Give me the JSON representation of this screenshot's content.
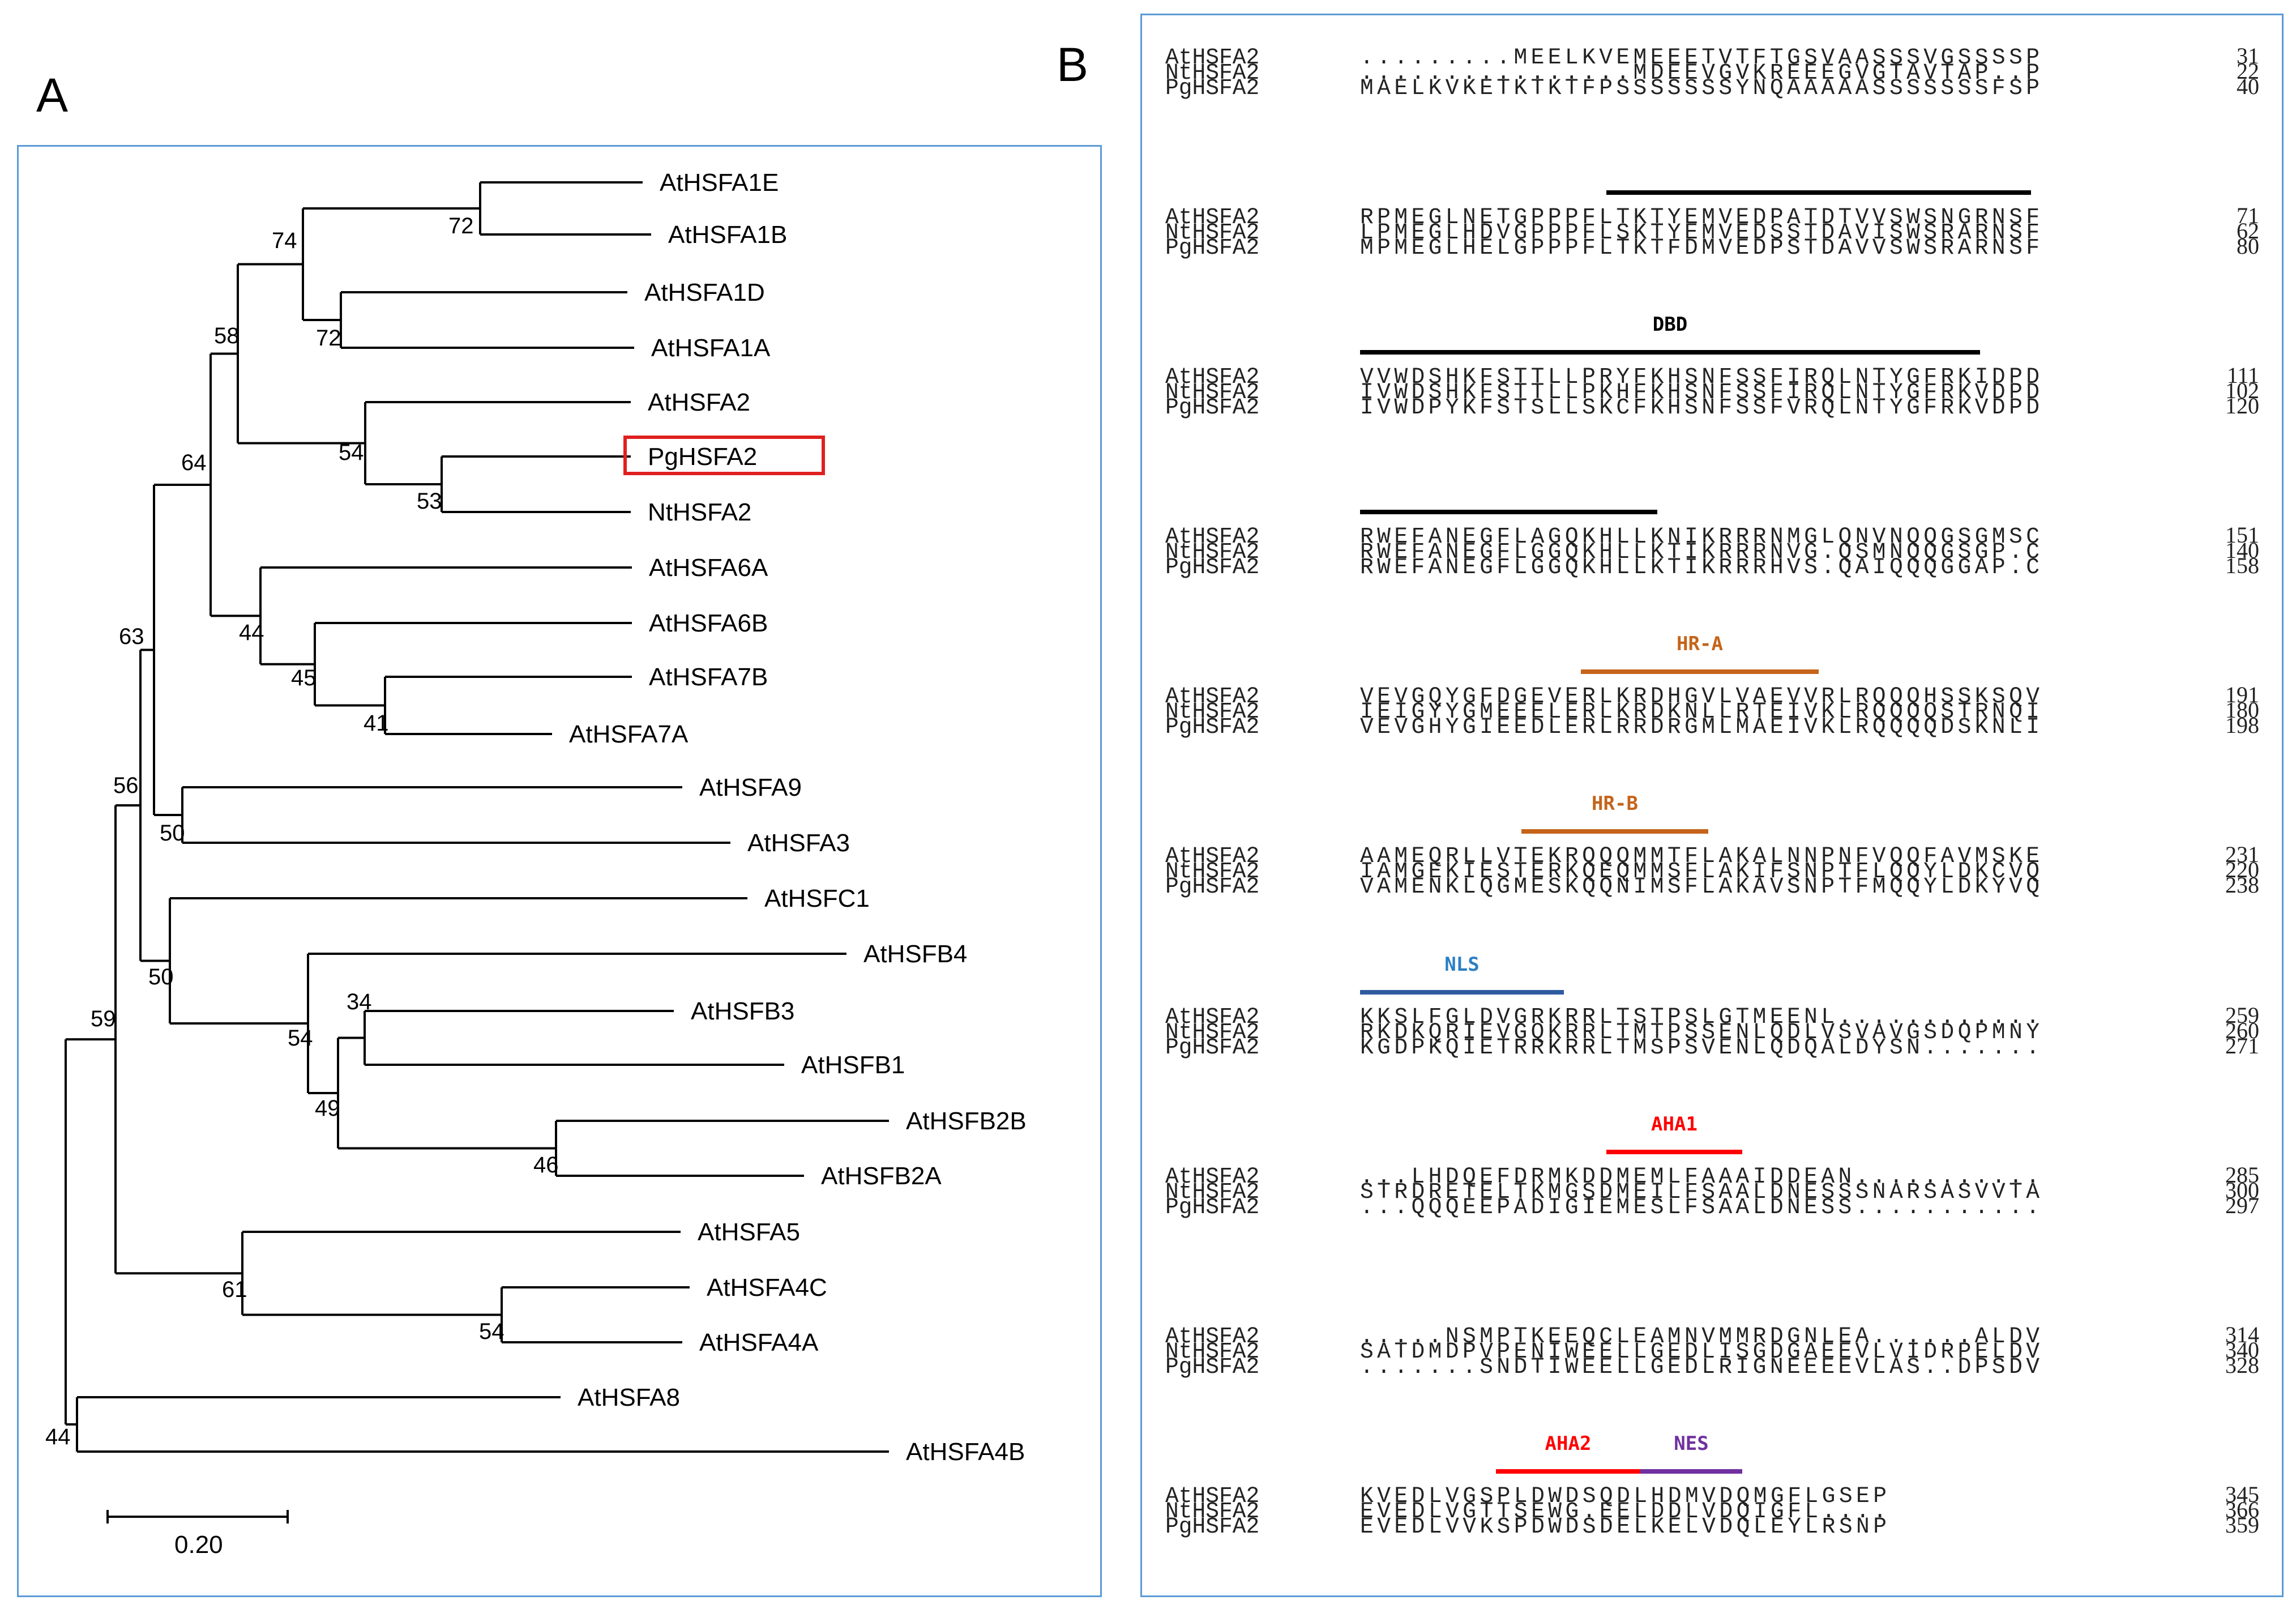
{
  "panel_a": {
    "label": "A",
    "frame_color": "#5b9bd5",
    "highlight_color": "#e02020",
    "scale_label": "0.20",
    "leaves": [
      {
        "id": "A1E",
        "name": "AtHSFA1E"
      },
      {
        "id": "A1B",
        "name": "AtHSFA1B"
      },
      {
        "id": "A1D",
        "name": "AtHSFA1D"
      },
      {
        "id": "A1A",
        "name": "AtHSFA1A"
      },
      {
        "id": "A2",
        "name": "AtHSFA2"
      },
      {
        "id": "PgA2",
        "name": "PgHSFA2",
        "highlighted": true
      },
      {
        "id": "NtA2",
        "name": "NtHSFA2"
      },
      {
        "id": "A6A",
        "name": "AtHSFA6A"
      },
      {
        "id": "A6B",
        "name": "AtHSFA6B"
      },
      {
        "id": "A7B",
        "name": "AtHSFA7B"
      },
      {
        "id": "A7A",
        "name": "AtHSFA7A"
      },
      {
        "id": "A9",
        "name": "AtHSFA9"
      },
      {
        "id": "A3",
        "name": "AtHSFA3"
      },
      {
        "id": "C1",
        "name": "AtHSFC1"
      },
      {
        "id": "B4",
        "name": "AtHSFB4"
      },
      {
        "id": "B3",
        "name": "AtHSFB3"
      },
      {
        "id": "B1",
        "name": "AtHSFB1"
      },
      {
        "id": "B2B",
        "name": "AtHSFB2B"
      },
      {
        "id": "B2A",
        "name": "AtHSFB2A"
      },
      {
        "id": "A5",
        "name": "AtHSFA5"
      },
      {
        "id": "A4C",
        "name": "AtHSFA4C"
      },
      {
        "id": "A4A",
        "name": "AtHSFA4A"
      },
      {
        "id": "A8",
        "name": "AtHSFA8"
      },
      {
        "id": "A4B",
        "name": "AtHSFA4B"
      }
    ],
    "support_values": [
      {
        "node": "n_A1EB",
        "value": "72"
      },
      {
        "node": "n_A1DA",
        "value": "72"
      },
      {
        "node": "n_A1",
        "value": "74"
      },
      {
        "node": "n_PgNt",
        "value": "53"
      },
      {
        "node": "n_A2grp",
        "value": "54"
      },
      {
        "node": "n_A1A2",
        "value": "58"
      },
      {
        "node": "n_A7",
        "value": "41"
      },
      {
        "node": "n_A6B7",
        "value": "45"
      },
      {
        "node": "n_A6A7",
        "value": "44"
      },
      {
        "node": "n_upper",
        "value": "64"
      },
      {
        "node": "n_A9A3",
        "value": "50"
      },
      {
        "node": "n_A",
        "value": "63"
      },
      {
        "node": "n_B3B1",
        "value": "34"
      },
      {
        "node": "n_B2",
        "value": "46"
      },
      {
        "node": "n_B3B2",
        "value": "49"
      },
      {
        "node": "n_B",
        "value": "54"
      },
      {
        "node": "n_CB",
        "value": "50"
      },
      {
        "node": "n_ABC",
        "value": "56"
      },
      {
        "node": "n_A4CA",
        "value": "54"
      },
      {
        "node": "n_A45",
        "value": "61"
      },
      {
        "node": "n_mid",
        "value": "59"
      },
      {
        "node": "n_root",
        "value": "44"
      }
    ]
  },
  "panel_b": {
    "label": "B",
    "frame_color": "#5b9bd5",
    "blocks": [
      {
        "rows": [
          {
            "name": "AtHSFA2",
            "seq": ".........MEELKVEMEEETVTFTGSVAASSSVGSSSSP",
            "num": "31"
          },
          {
            "name": "NtHSFA2",
            "seq": "................MDEEVGVKREEEGVGTAVTAP..P",
            "num": "22"
          },
          {
            "name": "PgHSFA2",
            "seq": "MAELKVKETKTKTFPSSSSSSSYNQAAAAASSSSSSSFSP",
            "num": "40"
          }
        ]
      },
      {
        "rows": [
          {
            "name": "AtHSFA2",
            "seq": "RPMEGLNETGPPPFLTKTYEMVEDPATDTVVSWSNGRNSF",
            "num": "71"
          },
          {
            "name": "NtHSFA2",
            "seq": "LPMEGLHDVGPPPFLSKTYEMVEDSSTDAVISWSRARNSF",
            "num": "62"
          },
          {
            "name": "PgHSFA2",
            "seq": "MPMEGLHELGPPPFLTKTFDMVEDPSTDAVVSWSRARNSF",
            "num": "80"
          }
        ]
      },
      {
        "rows": [
          {
            "name": "AtHSFA2",
            "seq": "VVWDSHKFSTTLLPRYFKHSNFSSFIRQLNTYGFRKIDPD",
            "num": "111"
          },
          {
            "name": "NtHSFA2",
            "seq": "IVWDSHKFSTTLLPKHFKHSNFSSFIRQLNTYGFRKVDPD",
            "num": "102"
          },
          {
            "name": "PgHSFA2",
            "seq": "IVWDPYKFSTSLLSKCFKHSNFSSFVRQLNTYGFRKVDPD",
            "num": "120"
          }
        ]
      },
      {
        "rows": [
          {
            "name": "AtHSFA2",
            "seq": "RWEFANEGFLAGQKHLLKNIKRRRNMGLQNVNQQGSGMSC",
            "num": "151"
          },
          {
            "name": "NtHSFA2",
            "seq": "RWEFANEGFLGGQKHLLKTIKRRRNVG.QSMNQQGSGP.C",
            "num": "140"
          },
          {
            "name": "PgHSFA2",
            "seq": "RWEFANEGFLGGQKHLLKTIKRRRHVS.QAIQQQGGAP.C",
            "num": "158"
          }
        ]
      },
      {
        "rows": [
          {
            "name": "AtHSFA2",
            "seq": "VEVGQYGFDGEVERLKRDHGVLVAEVVRLRQQQHSSKSQV",
            "num": "191"
          },
          {
            "name": "NtHSFA2",
            "seq": "IEIGYYGMEEELERLKRDKNLLRTEIVKLRQQQQSTRNQI",
            "num": "180"
          },
          {
            "name": "PgHSFA2",
            "seq": "VEVGHYGIEEDLERLRRDRGMLMAEIVKLRQQQQDSKNLI",
            "num": "198"
          }
        ]
      },
      {
        "rows": [
          {
            "name": "AtHSFA2",
            "seq": "AAMEQRLLVTEKRQQQMMTFLAKALNNPNFVQQFAVMSKE",
            "num": "231"
          },
          {
            "name": "NtHSFA2",
            "seq": "IAMGEKIESTERKQEQMMSFLAKIFSNPTFLQQYLDKCVQ",
            "num": "220"
          },
          {
            "name": "PgHSFA2",
            "seq": "VAMENKLQGMESKQQNIMSFLAKAVSNPTFMQQYLDKYVQ",
            "num": "238"
          }
        ]
      },
      {
        "rows": [
          {
            "name": "AtHSFA2",
            "seq": "KKSLFGLDVGRKRRLTSTPSLGTMEENL............",
            "num": "259"
          },
          {
            "name": "NtHSFA2",
            "seq": "RKDKQRIEVGQKRRLTMTPSSENLQDLVSVAVGSDQPMNY",
            "num": "260"
          },
          {
            "name": "PgHSFA2",
            "seq": "KGDPKQIETRRKRRLTMSPSVENLQDQALDYSN.......",
            "num": "271"
          }
        ]
      },
      {
        "rows": [
          {
            "name": "AtHSFA2",
            "seq": "...LHDQEFDRMKDDMEMLFAAAIDDEAN...........",
            "num": "285"
          },
          {
            "name": "NtHSFA2",
            "seq": "STRDRETELTKMGSDMEILFSAALDNESSSNARSASVVTA",
            "num": "300"
          },
          {
            "name": "PgHSFA2",
            "seq": "...QQQEEPADIGIEMESLFSAALDNESS...........",
            "num": "297"
          }
        ]
      },
      {
        "rows": [
          {
            "name": "AtHSFA2",
            "seq": ".....NSMPTKEEQCLEAMNVMMRDGNLEA......ALDV",
            "num": "314"
          },
          {
            "name": "NtHSFA2",
            "seq": "SATDMDPVPENIWEELLGEDLISGDGAEEVLVIDRPELDV",
            "num": "340"
          },
          {
            "name": "PgHSFA2",
            "seq": ".......SNDTIWEELLGEDLRIGNEEEEVLAS..DPSDV",
            "num": "328"
          }
        ]
      },
      {
        "rows": [
          {
            "name": "AtHSFA2",
            "seq": "KVEDLVGSPLDWDSQDLHDMVDQMGFLGSEP",
            "num": "345"
          },
          {
            "name": "NtHSFA2",
            "seq": "EVEDLVGTTSEWG.EELDDLVDQIGFL....",
            "num": "366"
          },
          {
            "name": "PgHSFA2",
            "seq": "EVEDLVVKSPDWDSDELKELVDQLEYLRSNP",
            "num": "359"
          }
        ]
      }
    ],
    "domains": [
      {
        "name": "DBD",
        "label": "DBD",
        "color": "#000000",
        "segments": [
          {
            "block": 1,
            "start": 14.5,
            "end": 39.5
          },
          {
            "block": 2,
            "start": 0,
            "end": 36.5
          },
          {
            "block": 3,
            "start": 0,
            "end": 17.5
          }
        ],
        "label_block": 2
      },
      {
        "name": "HR-A",
        "label": "HR-A",
        "color": "#c5641a",
        "segments": [
          {
            "block": 4,
            "start": 13,
            "end": 27
          }
        ],
        "label_block": 4
      },
      {
        "name": "HR-B",
        "label": "HR-B",
        "color": "#c5641a",
        "segments": [
          {
            "block": 5,
            "start": 9.5,
            "end": 20.5
          }
        ],
        "label_block": 5
      },
      {
        "name": "NLS",
        "label": "NLS",
        "color": "#2e5aa0",
        "label_color": "#2b7fc3",
        "segments": [
          {
            "block": 6,
            "start": 0,
            "end": 12
          }
        ],
        "label_block": 6
      },
      {
        "name": "AHA1",
        "label": "AHA1",
        "color": "#ff0000",
        "segments": [
          {
            "block": 7,
            "start": 14.5,
            "end": 22.5
          }
        ],
        "label_block": 7
      },
      {
        "name": "AHA2",
        "label": "AHA2",
        "color": "#ff0000",
        "segments": [
          {
            "block": 9,
            "start": 8,
            "end": 16.5
          }
        ],
        "label_block": 9
      },
      {
        "name": "NES",
        "label": "NES",
        "color": "#7030a0",
        "segments": [
          {
            "block": 9,
            "start": 16.5,
            "end": 22.5
          }
        ],
        "label_block": 9
      }
    ]
  }
}
